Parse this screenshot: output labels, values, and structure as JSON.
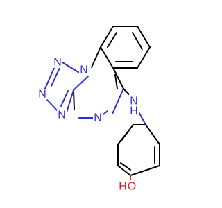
{
  "molecule": {
    "atoms": {
      "n1": {
        "symbol": "N",
        "color": "#2b2be0"
      },
      "n2": {
        "symbol": "N",
        "color": "#2b2be0"
      },
      "n3": {
        "symbol": "N",
        "color": "#2b2be0"
      },
      "n4": {
        "symbol": "N",
        "color": "#2b2be0"
      },
      "n5": {
        "symbol": "N",
        "color": "#2b2be0"
      },
      "nh_n": {
        "symbol": "N",
        "color": "#2b2be0"
      },
      "nh_h": {
        "symbol": "H",
        "color": "#2b2be0"
      },
      "oh_h": {
        "symbol": "H",
        "color": "#e01b1b"
      },
      "oh_o": {
        "symbol": "O",
        "color": "#e01b1b"
      }
    }
  }
}
